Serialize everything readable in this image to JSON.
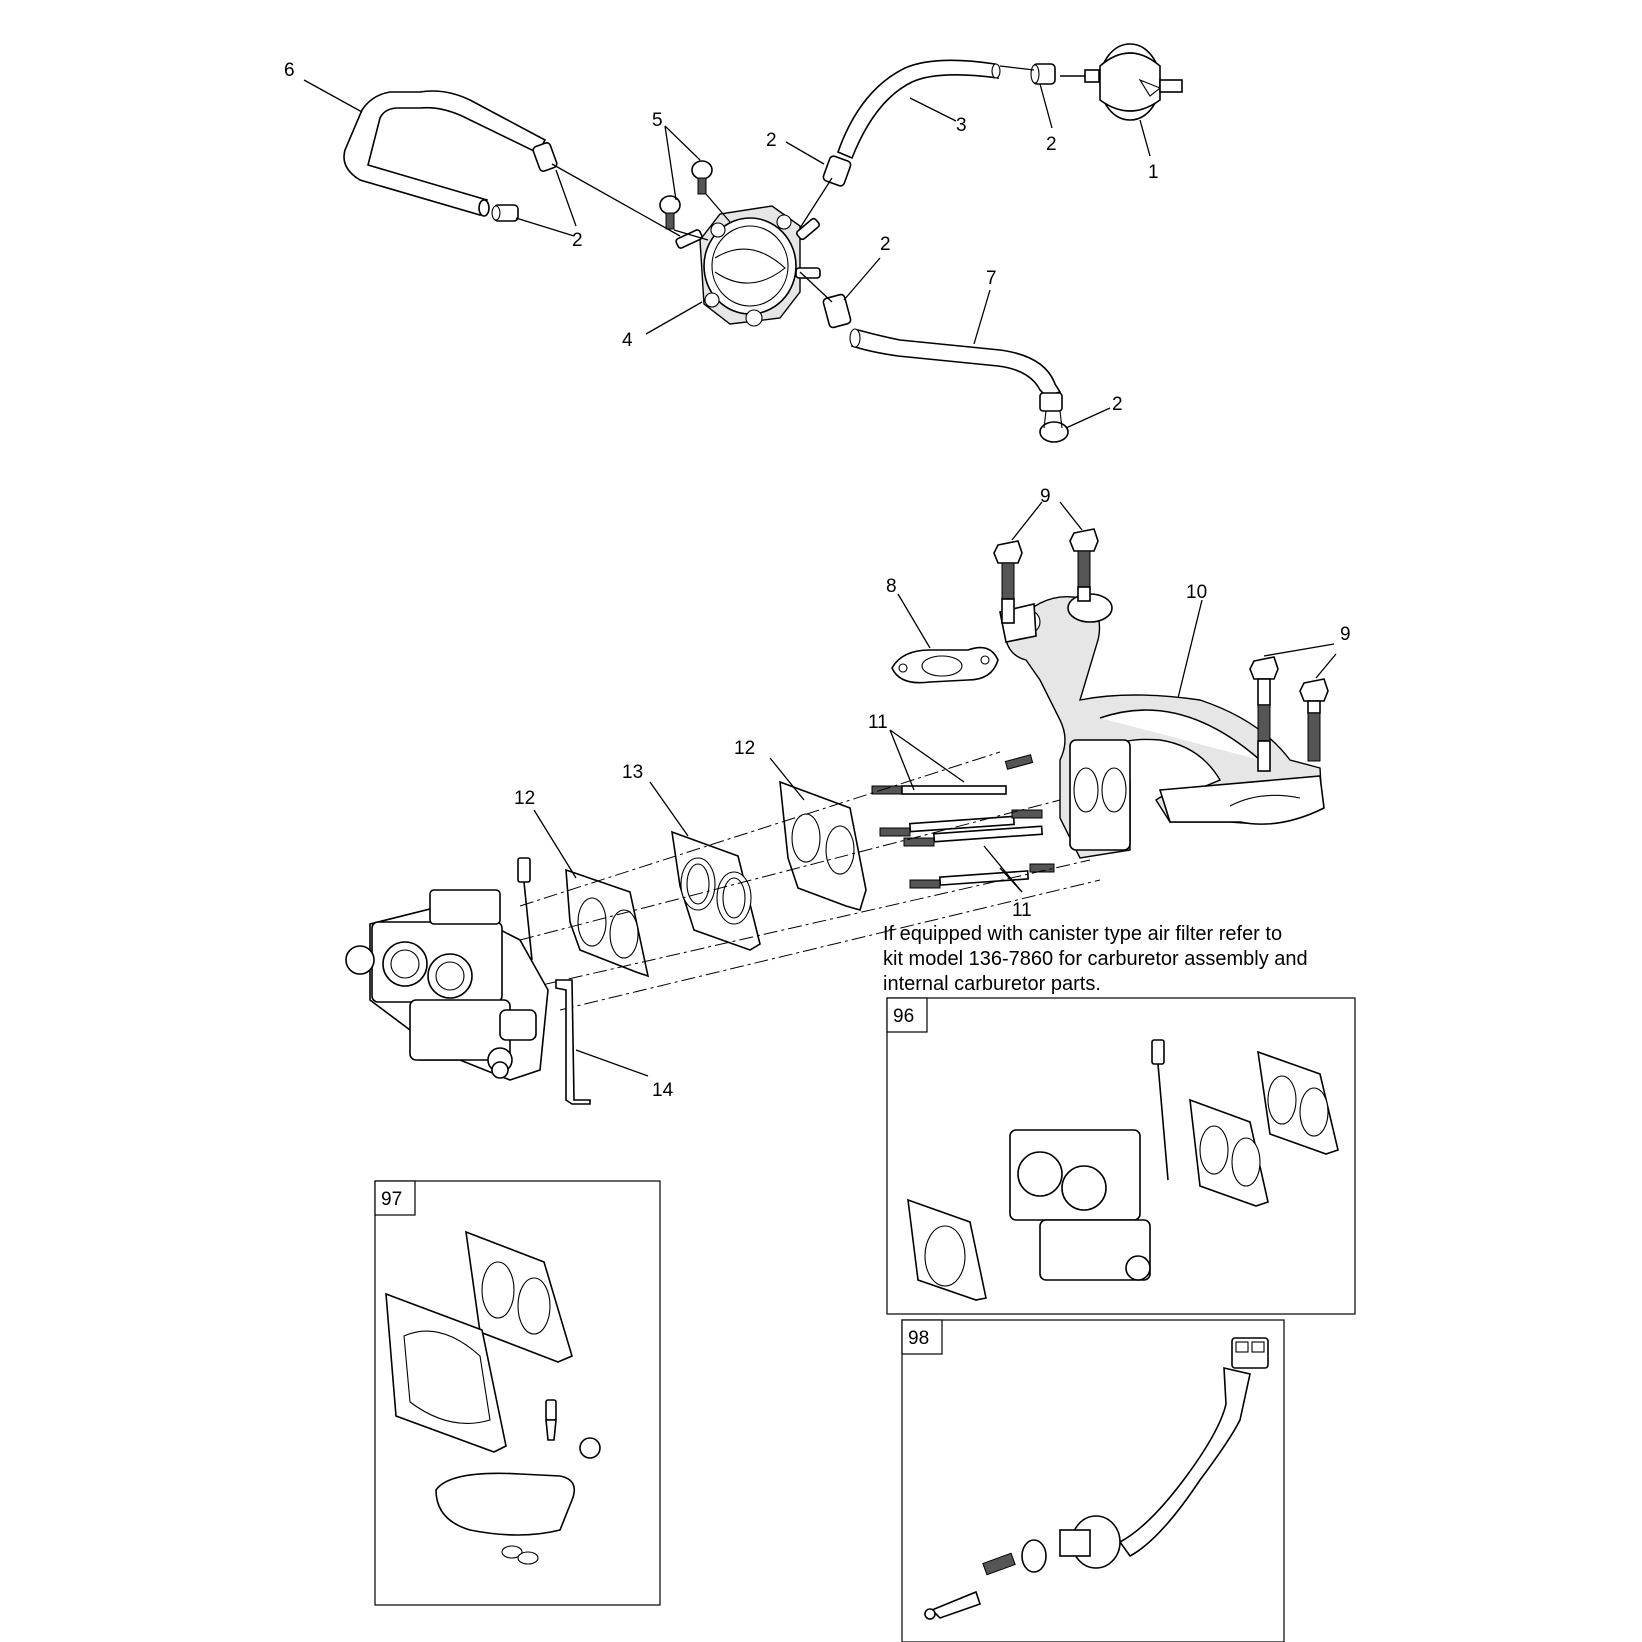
{
  "callouts": {
    "c1": "1",
    "c2a": "2",
    "c2b": "2",
    "c2c": "2",
    "c2d": "2",
    "c2e": "2",
    "c3": "3",
    "c4": "4",
    "c5": "5",
    "c6": "6",
    "c7": "7",
    "c8": "8",
    "c9a": "9",
    "c9b": "9",
    "c10": "10",
    "c11a": "11",
    "c11b": "11",
    "c12a": "12",
    "c12b": "12",
    "c13": "13",
    "c14": "14"
  },
  "note": {
    "line1": "If equipped with canister type air filter refer to",
    "line2": "kit model 136-7860 for carburetor assembly and",
    "line3": "internal carburetor parts."
  },
  "kits": {
    "k96": "96",
    "k97": "97",
    "k98": "98"
  }
}
